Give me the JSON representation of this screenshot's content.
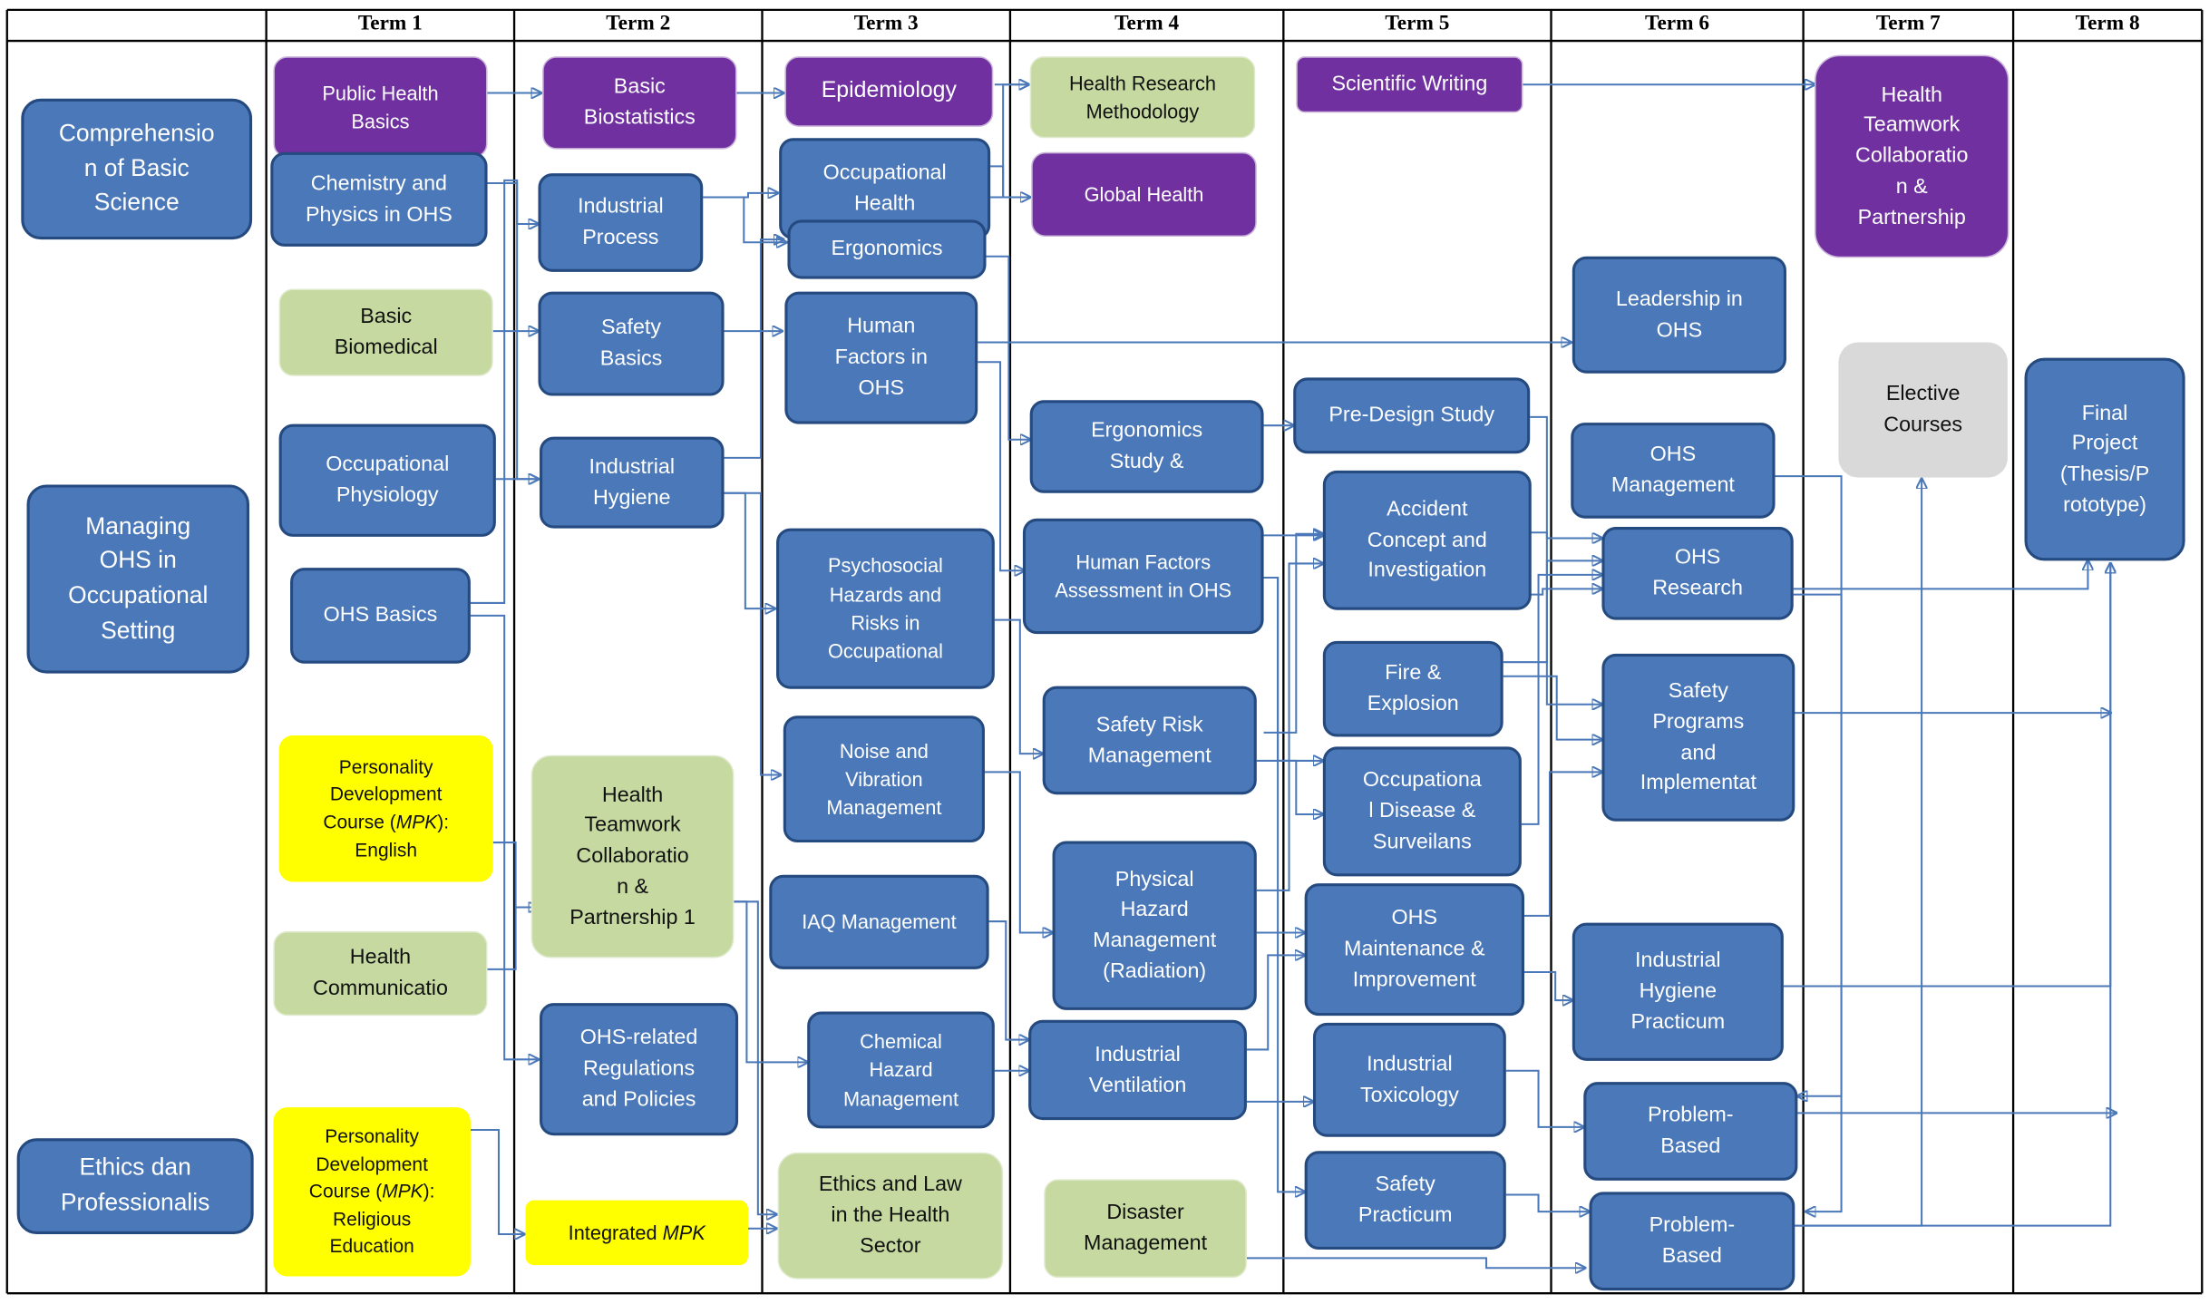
{
  "terms": [
    "Term 1",
    "Term 2",
    "Term 3",
    "Term 4",
    "Term 5",
    "Term 6",
    "Term 7",
    "Term 8"
  ],
  "categories": {
    "basic_science": "Comprehensio\nn of Basic\nScience",
    "managing_ohs": "Managing\nOHS in\nOccupational\nSetting",
    "ethics": "Ethics dan\nProfessionalis"
  },
  "courses": {
    "public_health_basics": "Public Health\nBasics",
    "chemistry_physics": "Chemistry and\nPhysics in OHS",
    "basic_biomedical": "Basic\nBiomedical",
    "occupational_physiology": "Occupational\nPhysiology",
    "ohs_basics": "OHS Basics",
    "mpk_english": "Personality\nDevelopment\nCourse (MPK):\nEnglish",
    "health_communication": "Health\nCommunicatio",
    "mpk_religious": "Personality\nDevelopment\nCourse (MPK):\nReligious\nEducation",
    "basic_biostatistics": "Basic\nBiostatistics",
    "industrial_process": "Industrial\nProcess",
    "safety_basics": "Safety\nBasics",
    "industrial_hygiene": "Industrial\nHygiene",
    "health_teamwork_1": "Health\nTeamwork\nCollaboratio\nn &\nPartnership 1",
    "ohs_regulations": "OHS-related\nRegulations\nand Policies",
    "integrated_mpk": "Integrated MPK",
    "epidemiology": "Epidemiology",
    "occupational_health": "Occupational\nHealth",
    "ergonomics": "Ergonomics",
    "human_factors_ohs": "Human\nFactors in\nOHS",
    "psychosocial_hazards": "Psychosocial\nHazards and\nRisks in\nOccupational",
    "noise_vibration": "Noise and\nVibration\nManagement",
    "iaq_management": "IAQ Management",
    "chemical_hazard": "Chemical\nHazard\nManagement",
    "ethics_law": "Ethics and Law\nin the Health\nSector",
    "health_research_methodology": "Health Research\nMethodology",
    "global_health": "Global Health",
    "ergonomics_study": "Ergonomics\nStudy &",
    "human_factors_assessment": "Human Factors\nAssessment in OHS",
    "safety_risk_management": "Safety Risk\nManagement",
    "physical_hazard": "Physical\nHazard\nManagement\n(Radiation)",
    "industrial_ventilation": "Industrial\nVentilation",
    "disaster_management": "Disaster\nManagement",
    "scientific_writing": "Scientific Writing",
    "pre_design_study": "Pre-Design Study",
    "accident_concept": "Accident\nConcept and\nInvestigation",
    "fire_explosion": "Fire &\nExplosion",
    "occupational_disease": "Occupationa\nl Disease &\nSurveilans",
    "ohs_maintenance": "OHS\nMaintenance &\nImprovement",
    "industrial_toxicology": "Industrial\nToxicology",
    "safety_practicum": "Safety\nPracticum",
    "leadership_ohs": "Leadership in\nOHS",
    "ohs_management": "OHS\nManagement",
    "ohs_research": "OHS\nResearch",
    "safety_programs": "Safety\nPrograms\nand\nImplementat",
    "industrial_hygiene_practicum": "Industrial\nHygiene\nPracticum",
    "problem_based_1": "Problem-\nBased",
    "problem_based_2": "Problem-\nBased",
    "health_teamwork_7": "Health\nTeamwork\nCollaboratio\nn &\nPartnership",
    "elective_courses": "Elective\nCourses",
    "final_project": "Final\nProject\n(Thesis/P\nrototype)"
  },
  "colors": {
    "blue_course": "#4a78b8",
    "purple_course": "#7030a0",
    "green_course": "#c5d9a0",
    "yellow_course": "#ffff00",
    "gray_course": "#d9d9d9",
    "connector": "#4a78b8"
  }
}
